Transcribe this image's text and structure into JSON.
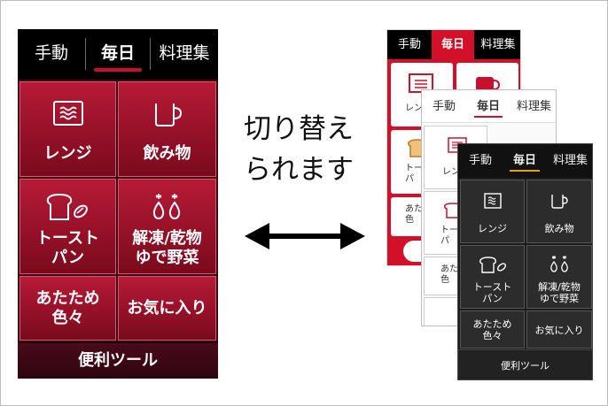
{
  "large_phone": {
    "tabs": [
      "手動",
      "毎日",
      "料理集"
    ],
    "active_tab": "毎日",
    "tiles": [
      {
        "label": "レンジ",
        "icon": "microwave-icon"
      },
      {
        "label": "飲み物",
        "icon": "cup-icon"
      },
      {
        "label": "トースト\nパン",
        "icon": "bread-icon"
      },
      {
        "label": "解凍/乾物\nゆで野菜",
        "icon": "thaw-icon"
      },
      {
        "label": "あたため\n色々",
        "icon": ""
      },
      {
        "label": "お気に入り",
        "icon": ""
      }
    ],
    "bottom_button": "便利ツール",
    "colors": {
      "accent": "#c8102e",
      "tile_top": "#b71a36",
      "tile_bottom": "#7a0a1d"
    }
  },
  "caption": {
    "line1": "切り替え",
    "line2": "られます"
  },
  "arrow": "double-arrow-icon",
  "small_phones": {
    "red": {
      "tabs": [
        "手動",
        "毎日",
        "料理集"
      ],
      "active_tab": "毎日",
      "peek_labels": [
        "レン",
        "トー\nパ",
        "あた\n色"
      ],
      "color": "#d3102a"
    },
    "white": {
      "tabs": [
        "手動",
        "毎日",
        "料理集"
      ],
      "active_tab": "毎日",
      "peek_labels": [
        "レン",
        "トー\nパ",
        "あた\n色"
      ],
      "color": "#c8102e"
    },
    "dark": {
      "tabs": [
        "手動",
        "毎日",
        "料理集"
      ],
      "active_tab": "毎日",
      "tiles": [
        "レンジ",
        "飲み物",
        "トースト\nパン",
        "解凍/乾物\nゆで野菜",
        "あたため\n色々",
        "お気に入り"
      ],
      "bottom_button": "便利ツール",
      "color": "#e4a21a"
    }
  }
}
